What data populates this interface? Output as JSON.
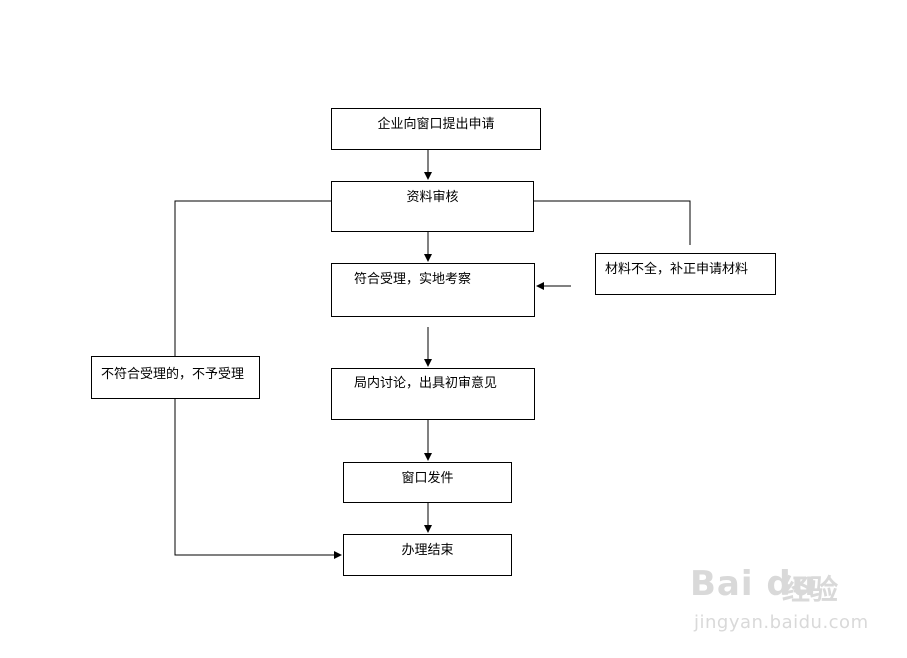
{
  "flowchart": {
    "nodes": {
      "submit": "企业向窗口提出申请",
      "review": "资料审核",
      "accept": "符合受理，实地考察",
      "discuss": "局内讨论，出具初审意见",
      "issue": "窗口发件",
      "end": "办理结束",
      "incomplete": "材料不全，补正申请材料",
      "reject": "不符合受理的，不予受理"
    }
  },
  "watermark": {
    "logo": "Bai du",
    "subtitle": "经验",
    "url": "jingyan.baidu.com"
  },
  "colors": {
    "line": "#000000",
    "background": "#ffffff",
    "watermark": "#d9d9d9"
  }
}
